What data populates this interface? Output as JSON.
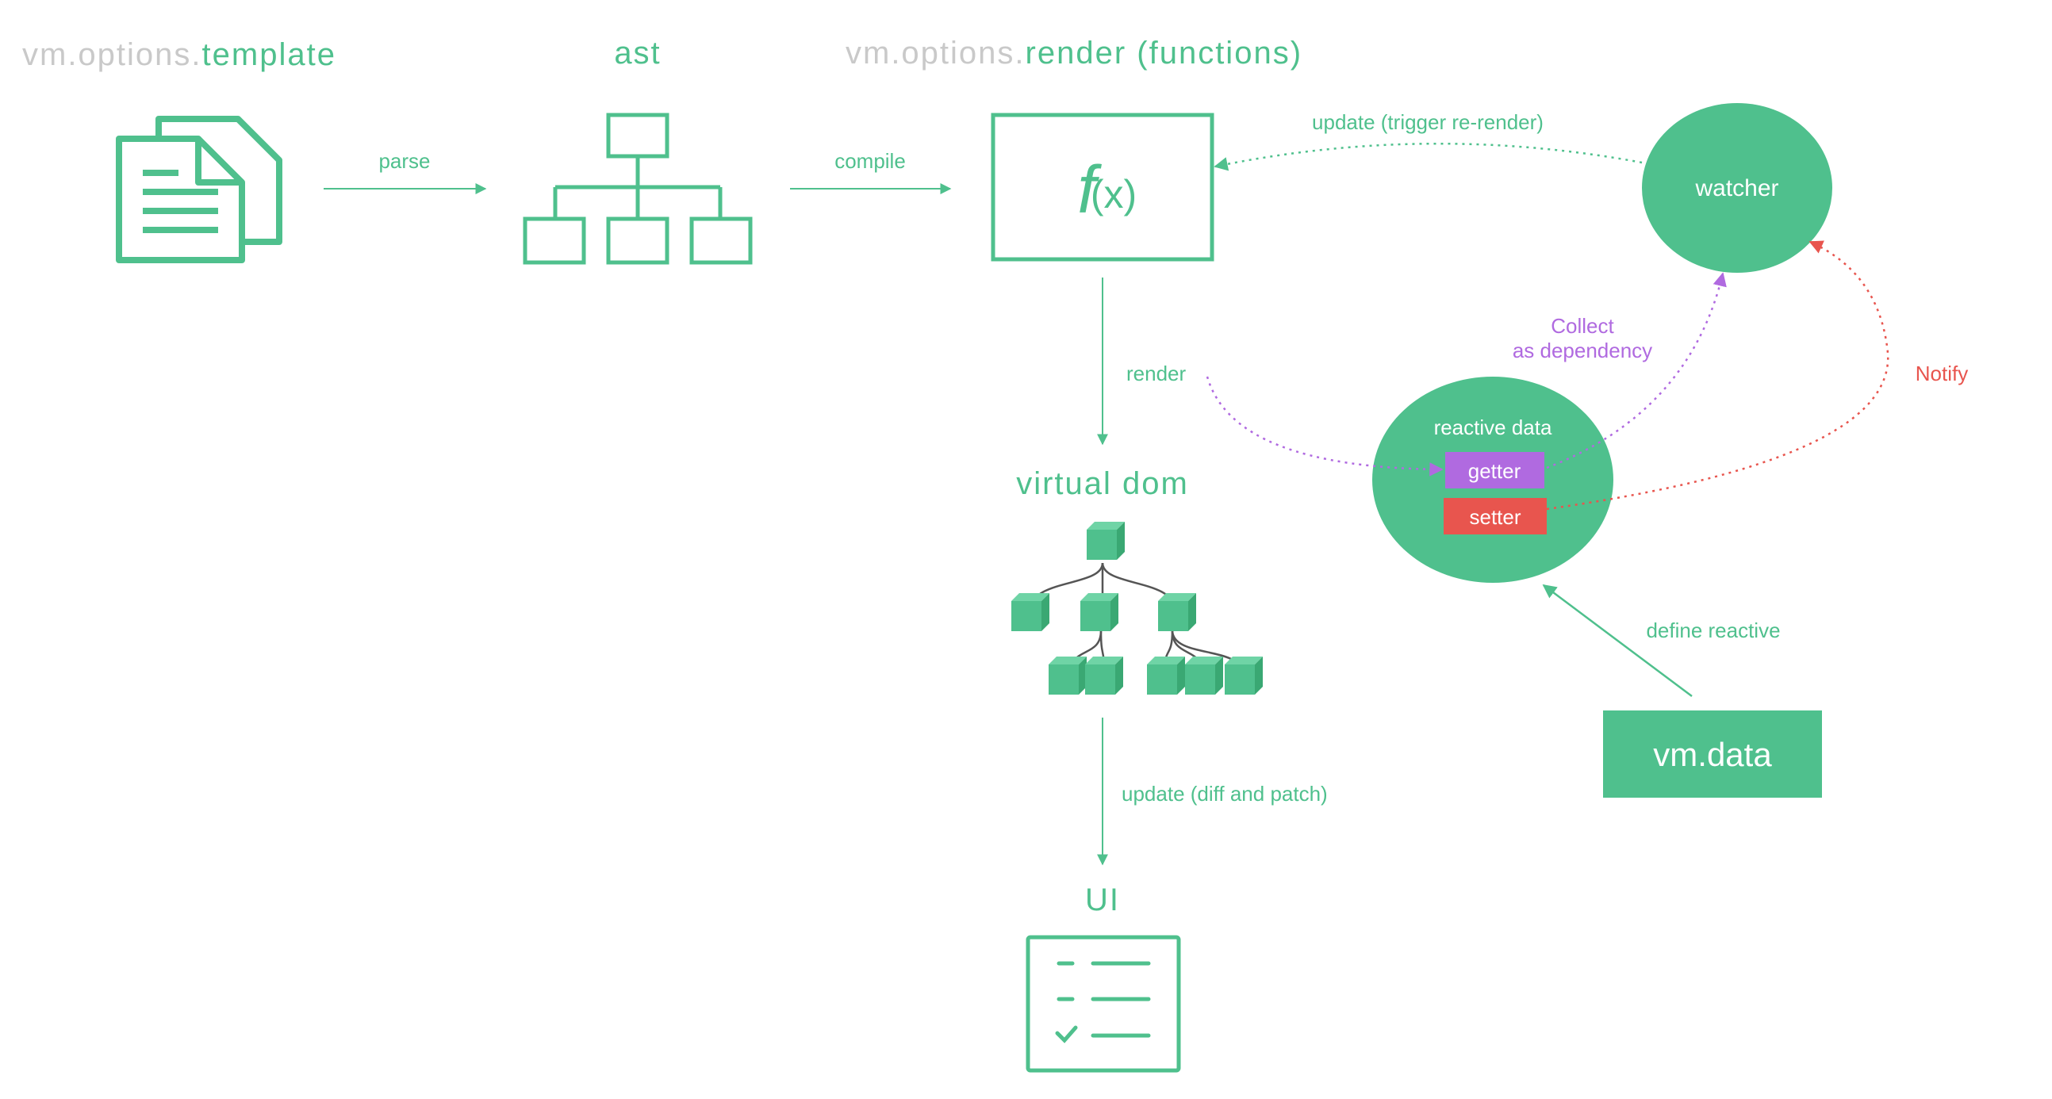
{
  "colors": {
    "green": "#4fc08d",
    "green_dark": "#3aa873",
    "gray": "#c9c9c9",
    "purple": "#b06ae0",
    "red": "#e8554e",
    "white": "#ffffff",
    "edge": "#555555"
  },
  "titles": {
    "template_prefix": "vm.options.",
    "template_main": "template",
    "ast": "ast",
    "render_prefix": "vm.options.",
    "render_main": "render (functions)",
    "virtual_dom": "virtual dom",
    "ui": "UI"
  },
  "edges": {
    "parse": "parse",
    "compile": "compile",
    "render": "render",
    "update_trigger": "update (trigger re-render)",
    "collect_line1": "Collect",
    "collect_line2": "as dependency",
    "notify": "Notify",
    "define_reactive": "define reactive",
    "update_diff": "update (diff and patch)"
  },
  "nodes": {
    "fx_f": "f",
    "fx_x": "(x)",
    "watcher": "watcher",
    "reactive_title": "reactive data",
    "getter": "getter",
    "setter": "setter",
    "vm_data": "vm.data"
  },
  "icons": {
    "template": "document-copy-icon",
    "ast": "tree-hierarchy-icon",
    "render": "function-box-icon",
    "virtual_dom": "cube-tree-icon",
    "ui": "checklist-icon"
  }
}
